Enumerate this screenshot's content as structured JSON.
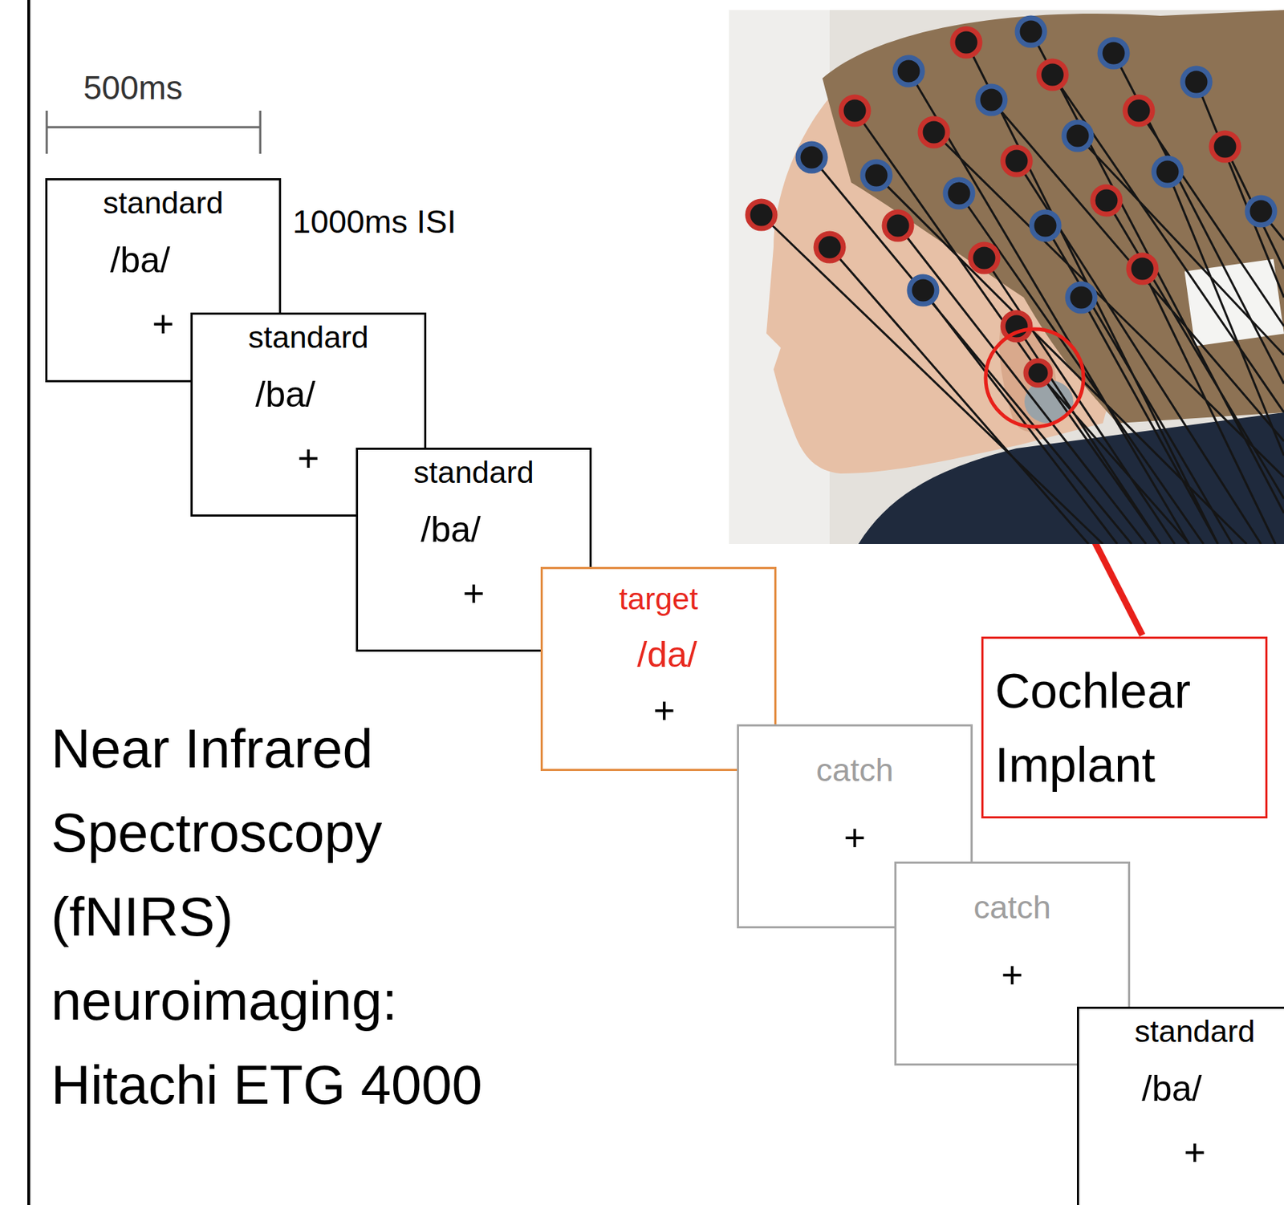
{
  "diagram": {
    "nodes": [
      {
        "text": [
          "standard",
          "/ba/",
          "+"
        ]
      },
      {
        "text": [
          "standard",
          "/ba/",
          "+"
        ]
      },
      {
        "text": [
          "standard",
          "/ba/",
          "+"
        ]
      },
      {
        "text": [
          "target",
          "/da/",
          "+"
        ]
      },
      {
        "text": [
          "catch",
          "+"
        ]
      },
      {
        "text": [
          "catch",
          "+"
        ]
      },
      {
        "text": [
          "standard",
          "/ba/",
          "+"
        ]
      },
      {
        "text": [
          "Cochlear Implant"
        ]
      }
    ],
    "labels": [
      "500ms",
      "1000ms ISI",
      "Near Infrared Spectroscopy (fNIRS) neuroimaging: Hitachi ETG 4000"
    ]
  }
}
